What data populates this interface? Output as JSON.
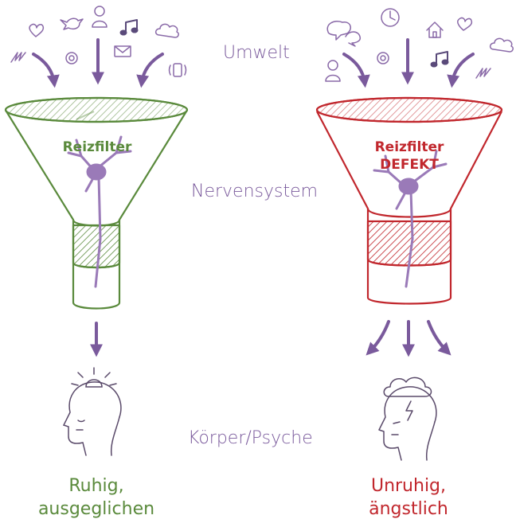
{
  "labels": {
    "environment": "Umwelt",
    "nervous_system": "Nervensystem",
    "body_psyche": "Körper/Psyche"
  },
  "left": {
    "filter_label": "Reizfilter",
    "result_line1": "Ruhig,",
    "result_line2": "ausgeglichen",
    "color": "#5a8a3c",
    "input_icons": [
      "heart-icon",
      "bird-icon",
      "person-icon",
      "music-note-icon",
      "cloud-icon",
      "lightning-icon",
      "at-sign-icon",
      "mail-icon",
      "phone-ringing-icon"
    ],
    "output_state_icon": "sun-head-icon"
  },
  "right": {
    "filter_label_line1": "Reizfilter",
    "filter_label_line2": "DEFEKT",
    "result_line1": "Unruhig,",
    "result_line2": "ängstlich",
    "color": "#c1272d",
    "input_icons": [
      "speech-bubbles-icon",
      "clock-icon",
      "house-icon",
      "heart-icon",
      "cloud-icon",
      "person-icon",
      "at-sign-icon",
      "music-note-icon",
      "lightning-icon"
    ],
    "output_state_icon": "storm-cloud-head-icon"
  },
  "colors": {
    "arrow": "#7a5a9c",
    "icon_stroke": "#8a6aa8",
    "neuron": "#9a7ab8"
  }
}
